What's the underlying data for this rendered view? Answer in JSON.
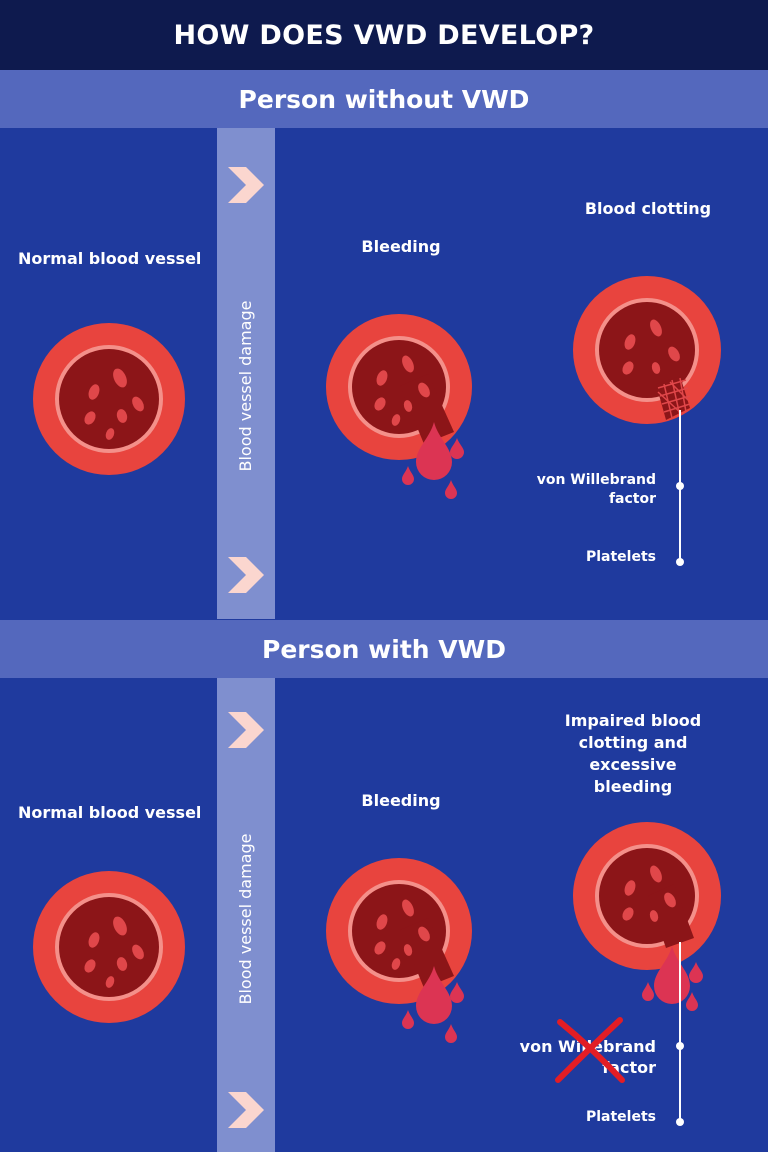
{
  "title": "HOW DOES VWD DEVELOP?",
  "sections": [
    {
      "heading": "Person without VWD",
      "strip_label": "Blood vessel damage",
      "stage1": "Normal blood vessel",
      "stage2": "Bleeding",
      "stage3": "Blood clotting",
      "callout_vwf": "von Willebrand factor",
      "callout_platelets": "Platelets"
    },
    {
      "heading": "Person with VWD",
      "strip_label": "Blood vessel damage",
      "stage1": "Normal blood vessel",
      "stage2": "Bleeding",
      "stage3": "Impaired blood clotting and excessive bleeding",
      "callout_vwf": "von Willebrand factor",
      "callout_platelets": "Platelets"
    }
  ],
  "colors": {
    "background": "#1f3a9e",
    "title_bar": "#0e1a4e",
    "section_bar": "#5468bd",
    "strip": "#7f8fcf",
    "chevron": "#fbd6cf",
    "vessel_outer": "#e8443e",
    "vessel_ring": "#f4908a",
    "vessel_inner": "#8c1518",
    "drop": "#dc3453",
    "cross": "#e31d25"
  },
  "icons": [
    "chevron-right-icon",
    "blood-vessel-icon",
    "blood-drop-icon",
    "cross-mark-icon"
  ]
}
